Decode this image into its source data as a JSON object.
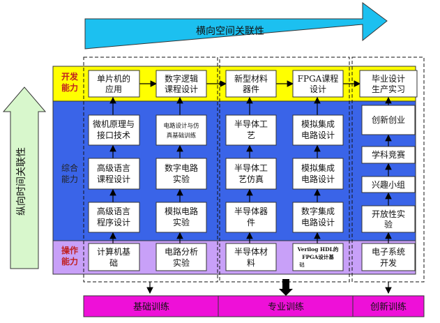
{
  "arrows": {
    "horizontal_label": "横向空间关联性",
    "vertical_label": "纵向时间关联性",
    "colors": {
      "horizontal_fill": "#1cc0f0",
      "vertical_fill": "#d8f7cc"
    }
  },
  "rows": {
    "top": {
      "label_line1": "开发",
      "label_line2": "能力",
      "color": "#ffff00"
    },
    "middle": {
      "label_line1": "综合",
      "label_line2": "能力",
      "color": "#3a64e8"
    },
    "bottom": {
      "label_line1": "操作",
      "label_line2": "能力",
      "color": "#c8a0f8"
    }
  },
  "columns": {
    "basic": {
      "top": [
        {
          "l1": "单片机的",
          "l2": "应用"
        },
        {
          "l1": "数字逻辑",
          "l2": "课程设计"
        }
      ],
      "middle": [
        [
          {
            "l1": "微机原理与",
            "l2": "接口技术"
          },
          {
            "l1": "电路设计与仿",
            "l2": "真基础训练"
          }
        ],
        [
          {
            "l1": "高级语言",
            "l2": "课程设计"
          },
          {
            "l1": "数字电路",
            "l2": "实验"
          }
        ],
        [
          {
            "l1": "高级语言",
            "l2": "程序设计"
          },
          {
            "l1": "模拟电路",
            "l2": "实验"
          }
        ]
      ],
      "bottom": [
        {
          "l1": "计算机基",
          "l2": "础"
        },
        {
          "l1": "电路分析",
          "l2": "实验"
        }
      ]
    },
    "professional": {
      "top": [
        {
          "l1": "新型材料",
          "l2": "器件"
        },
        {
          "l1": "FPGA课程",
          "l2": "设计"
        }
      ],
      "middle": [
        [
          {
            "l1": "半导体工",
            "l2": "艺"
          },
          {
            "l1": "模拟集成",
            "l2": "电路设计"
          }
        ],
        [
          {
            "l1": "半导体工",
            "l2": "艺仿真"
          },
          {
            "l1": "模拟集成",
            "l2": "电路设计"
          }
        ],
        [
          {
            "l1": "半导体器",
            "l2": "件"
          },
          {
            "l1": "数字集成",
            "l2": "电路设计"
          }
        ]
      ],
      "bottom": [
        {
          "l1": "半导体材",
          "l2": "料"
        },
        {
          "l1": "Verilog HDL的",
          "l2": "FPGA设计基",
          "l3": "础"
        }
      ]
    },
    "innovation": {
      "top": {
        "l1": "毕业设计",
        "l2": "生产实习"
      },
      "middle": [
        {
          "l1": "创新创业"
        },
        {
          "l1": "学科竞赛"
        },
        {
          "l1": "兴趣小组"
        },
        {
          "l1": "开放性实",
          "l2": "验"
        }
      ],
      "bottom": {
        "l1": "电子系统",
        "l2": "开发"
      }
    }
  },
  "training": {
    "basic": "基础训练",
    "professional": "专业训练",
    "innovation": "创新训练",
    "color": "#ee10d8"
  }
}
